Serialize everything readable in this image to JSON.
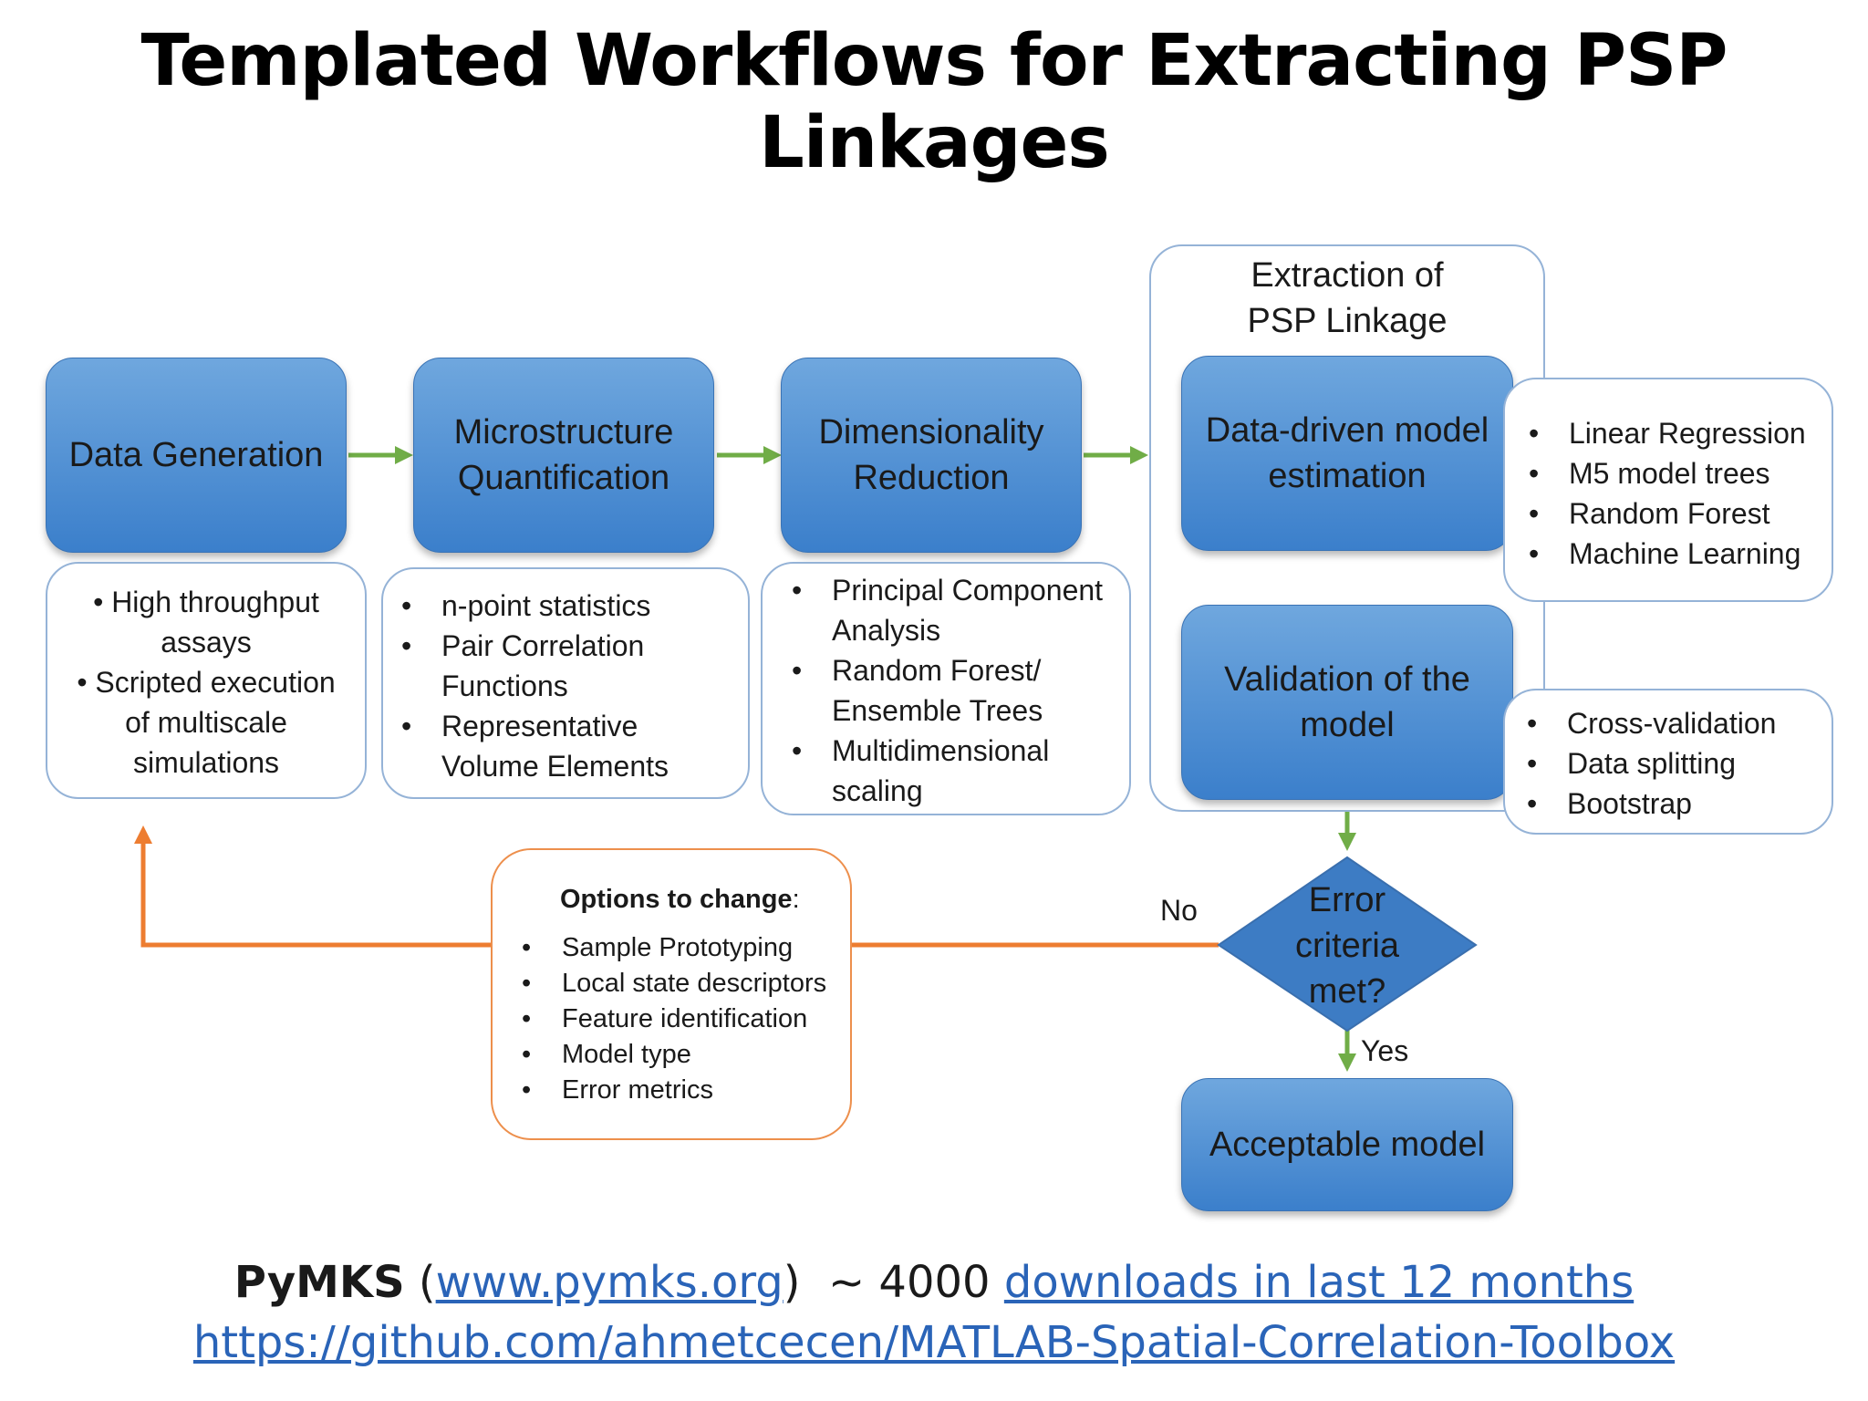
{
  "title": "Templated Workflows for Extracting PSP Linkages",
  "boxes": {
    "data_generation": "Data Generation",
    "microstructure": "Microstructure\nQuantification",
    "dimensionality": "Dimensionality\nReduction",
    "data_driven": "Data-driven model\nestimation",
    "validation": "Validation of the\nmodel",
    "acceptable": "Acceptable model"
  },
  "frame_title": "Extraction of\nPSP Linkage",
  "details": {
    "data_generation": [
      "• High throughput",
      "assays",
      "• Scripted execution",
      "of multiscale",
      "simulations"
    ],
    "microstructure": [
      "n-point statistics",
      "Pair Correlation Functions",
      "Representative Volume Elements"
    ],
    "dimensionality": [
      "Principal Component Analysis",
      "Random Forest/ Ensemble Trees",
      "Multidimensional scaling"
    ],
    "data_driven": [
      "Linear Regression",
      "M5 model trees",
      "Random Forest",
      "Machine Learning"
    ],
    "validation": [
      "Cross-validation",
      "Data splitting",
      "Bootstrap"
    ]
  },
  "decision": {
    "text": "Error\ncriteria\nmet?",
    "no_label": "No",
    "yes_label": "Yes"
  },
  "options": {
    "heading": "Options to change",
    "heading_suffix": ":",
    "items": [
      "Sample Prototyping",
      "Local state descriptors",
      "Feature identification",
      "Model type",
      "Error metrics"
    ]
  },
  "footer": {
    "brand": "PyMKS",
    "open_paren": " (",
    "site_link": "www.pymks.org",
    "close_paren": ")",
    "downloads_prefix": "  ~ 4000 ",
    "downloads_link": "downloads in last 12 months",
    "github_link": "https://github.com/ahmetcecen/MATLAB-Spatial-Correlation-Toolbox"
  },
  "colors": {
    "box_top": "#6fa7de",
    "box_bottom": "#3b7fcb",
    "outline_blue": "#95b3d7",
    "arrow_green": "#70ad47",
    "arrow_orange": "#ed7d31",
    "link_blue": "#2a64b8"
  }
}
